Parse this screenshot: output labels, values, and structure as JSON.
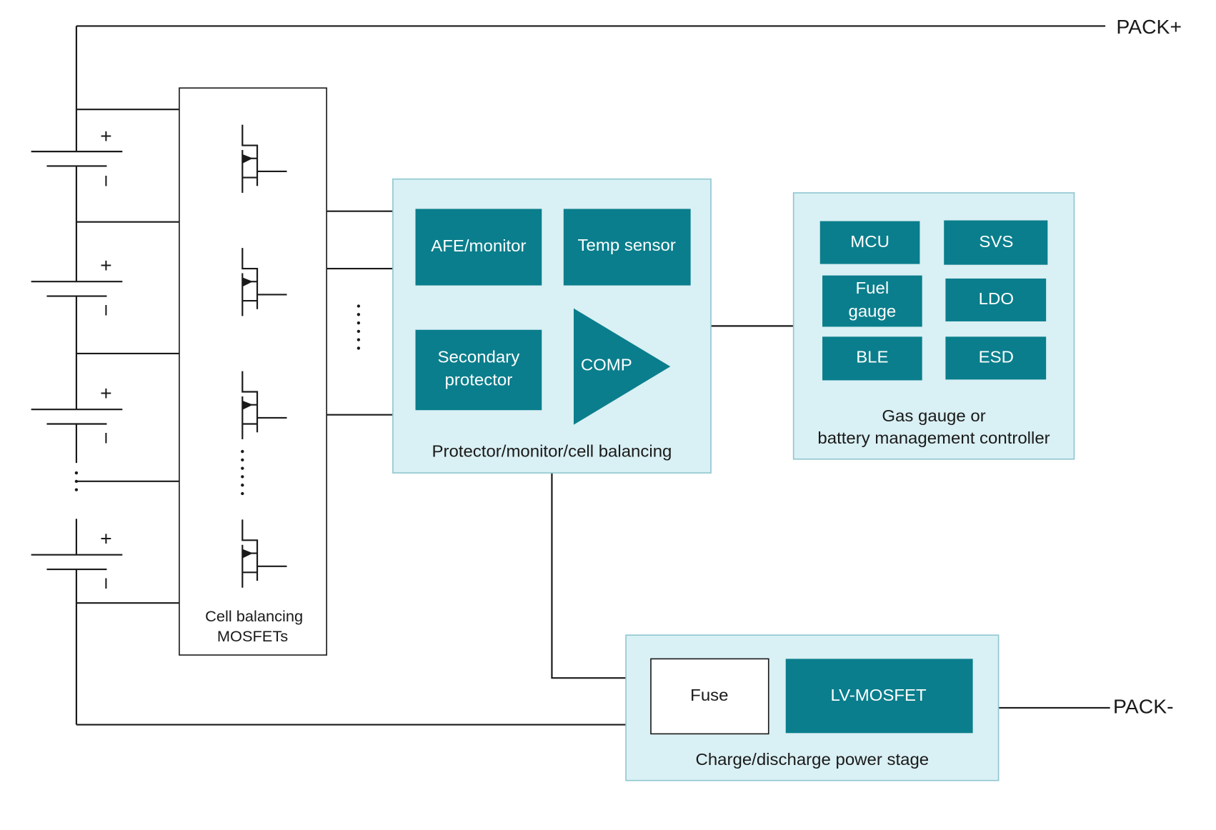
{
  "colors": {
    "teal_block": "#0a7e8c",
    "panel_fill": "#d9f0f4",
    "panel_border": "#8fc7d0",
    "wire": "#1a1a1a",
    "white": "#ffffff"
  },
  "terminals": {
    "pack_plus": "PACK+",
    "pack_minus": "PACK-"
  },
  "battery": {
    "plus_sign": "+",
    "minus_sign": "I"
  },
  "mosfet_box": {
    "label_line1": "Cell balancing",
    "label_line2": "MOSFETs"
  },
  "protector": {
    "caption": "Protector/monitor/cell balancing",
    "afe": "AFE/monitor",
    "temp": "Temp sensor",
    "secondary_line1": "Secondary",
    "secondary_line2": "protector",
    "comp": "COMP"
  },
  "gauge": {
    "caption_line1": "Gas gauge or",
    "caption_line2": "battery management controller",
    "mcu": "MCU",
    "svs": "SVS",
    "fuel_line1": "Fuel",
    "fuel_line2": "gauge",
    "ldo": "LDO",
    "ble": "BLE",
    "esd": "ESD"
  },
  "power_stage": {
    "caption": "Charge/discharge power stage",
    "fuse": "Fuse",
    "lv_mosfet": "LV-MOSFET"
  }
}
